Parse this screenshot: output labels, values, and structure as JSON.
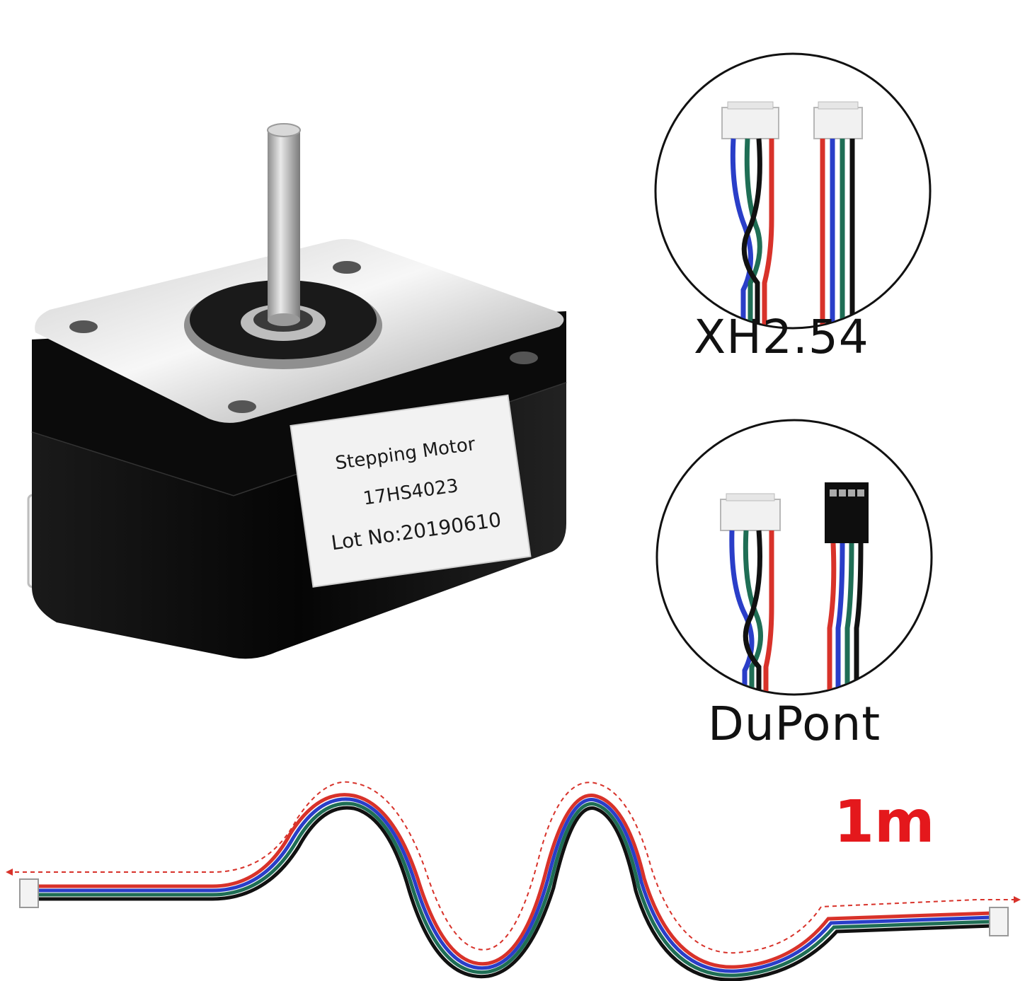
{
  "motor_label": {
    "line1": "Stepping Motor",
    "line2": "17HS4023",
    "line3": "Lot No:20190610"
  },
  "connectors": {
    "top_caption": "XH2.54",
    "bottom_caption": "DuPont"
  },
  "cable": {
    "length_label": "1m"
  },
  "colors": {
    "motor_body": "#0d0d0d",
    "wire_red": "#d8322a",
    "wire_blue": "#2a3ec8",
    "wire_green": "#1f6e55",
    "wire_black": "#111111",
    "length_label": "#e4181c"
  }
}
